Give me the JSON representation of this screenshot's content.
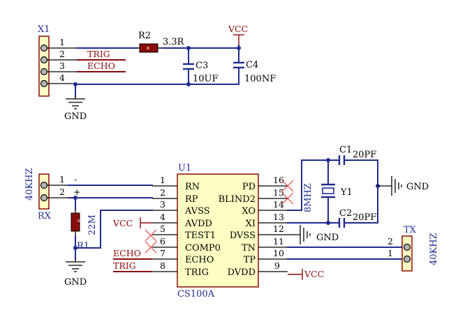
{
  "labels": {
    "x1": "X1",
    "r2": "R2",
    "r2_value": "3.3R",
    "vcc_top": "VCC",
    "c3": "C3",
    "c3_value": "10UF",
    "c4": "C4",
    "c4_value": "100NF",
    "gnd_top": "GND",
    "x1_pin1": "1",
    "x1_pin2": "2",
    "x1_pin3": "3",
    "x1_pin4": "4",
    "net_trig_top": "TRIG",
    "net_echo_top": "ECHO",
    "u1": "U1",
    "u1_name": "CS100A",
    "rx_freq": "40KHZ",
    "rx": "RX",
    "rx_pin1": "1",
    "rx_pin2": "2",
    "rx_minus": "-",
    "rx_plus": "+",
    "r1": "R1",
    "r1_value": "22M",
    "gnd_r1": "GND",
    "vcc_left": "VCC",
    "net_echo": "ECHO",
    "net_trig": "TRIG",
    "c1": "C1",
    "c1_value": "20PF",
    "c2": "C2",
    "c2_value": "20PF",
    "y1": "Y1",
    "y1_freq": "8MHZ",
    "gnd_c": "GND",
    "gnd_dvss": "GND",
    "vcc_dvdd": "VCC",
    "tx": "TX",
    "tx_freq": "40KHZ",
    "tx_pin2": "2",
    "tx_pin1": "1"
  },
  "u1_pins_left": [
    {
      "num": "1",
      "name": "RN"
    },
    {
      "num": "2",
      "name": "RP"
    },
    {
      "num": "3",
      "name": "AVSS"
    },
    {
      "num": "4",
      "name": "AVDD"
    },
    {
      "num": "5",
      "name": "TEST1"
    },
    {
      "num": "6",
      "name": "COMP0"
    },
    {
      "num": "7",
      "name": "ECHO"
    },
    {
      "num": "8",
      "name": "TRIG"
    }
  ],
  "u1_pins_right": [
    {
      "num": "16",
      "name": "PD"
    },
    {
      "num": "15",
      "name": "BLIND2"
    },
    {
      "num": "14",
      "name": "XO"
    },
    {
      "num": "13",
      "name": "XI"
    },
    {
      "num": "12",
      "name": "DVSS"
    },
    {
      "num": "11",
      "name": "TN"
    },
    {
      "num": "10",
      "name": "TP"
    },
    {
      "num": "9",
      "name": "DVDD"
    }
  ],
  "resistor_marking": "R",
  "colors": {
    "wire": "#1f2b8f",
    "part_outline": "#8b0a0a",
    "part_fill": "#ffffc4",
    "net_label": "#8b0a0a",
    "no_connect": "#e03a3a"
  }
}
